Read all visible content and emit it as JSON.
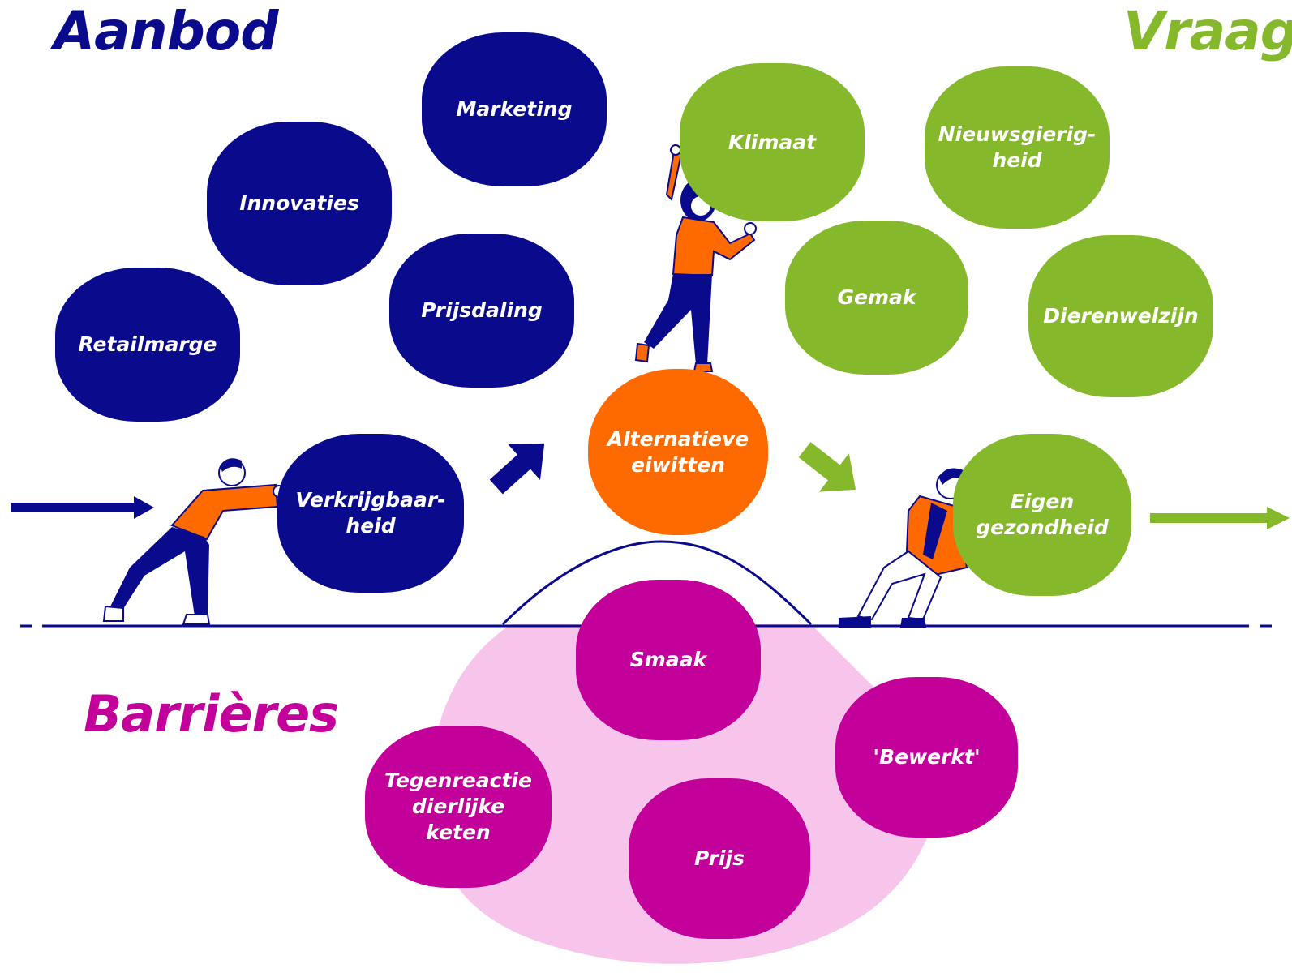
{
  "headings": {
    "supply": "Aanbod",
    "demand": "Vraag",
    "barriers": "Barrières"
  },
  "supply_factors": [
    "Marketing",
    "Innovaties",
    "Prijsdaling",
    "Retailmarge",
    "Verkrijgbaar-\nheid"
  ],
  "demand_factors": [
    "Klimaat",
    "Nieuwsgierig-\nheid",
    "Gemak",
    "Dierenwelzijn",
    "Eigen\ngezondheid"
  ],
  "center": "Alternatieve\neiwitten",
  "barriers": [
    "Smaak",
    "'Bewerkt'",
    "Tegenreactie\ndierlijke keten",
    "Prijs"
  ],
  "colors": {
    "supply": "#0a0a8c",
    "demand": "#86b82b",
    "barrier": "#c4009a",
    "barrier_area": "#f7c5ec",
    "center": "#ff6a00",
    "figure_shirt": "#ff6a00",
    "figure_pants": "#0a0a8c"
  }
}
